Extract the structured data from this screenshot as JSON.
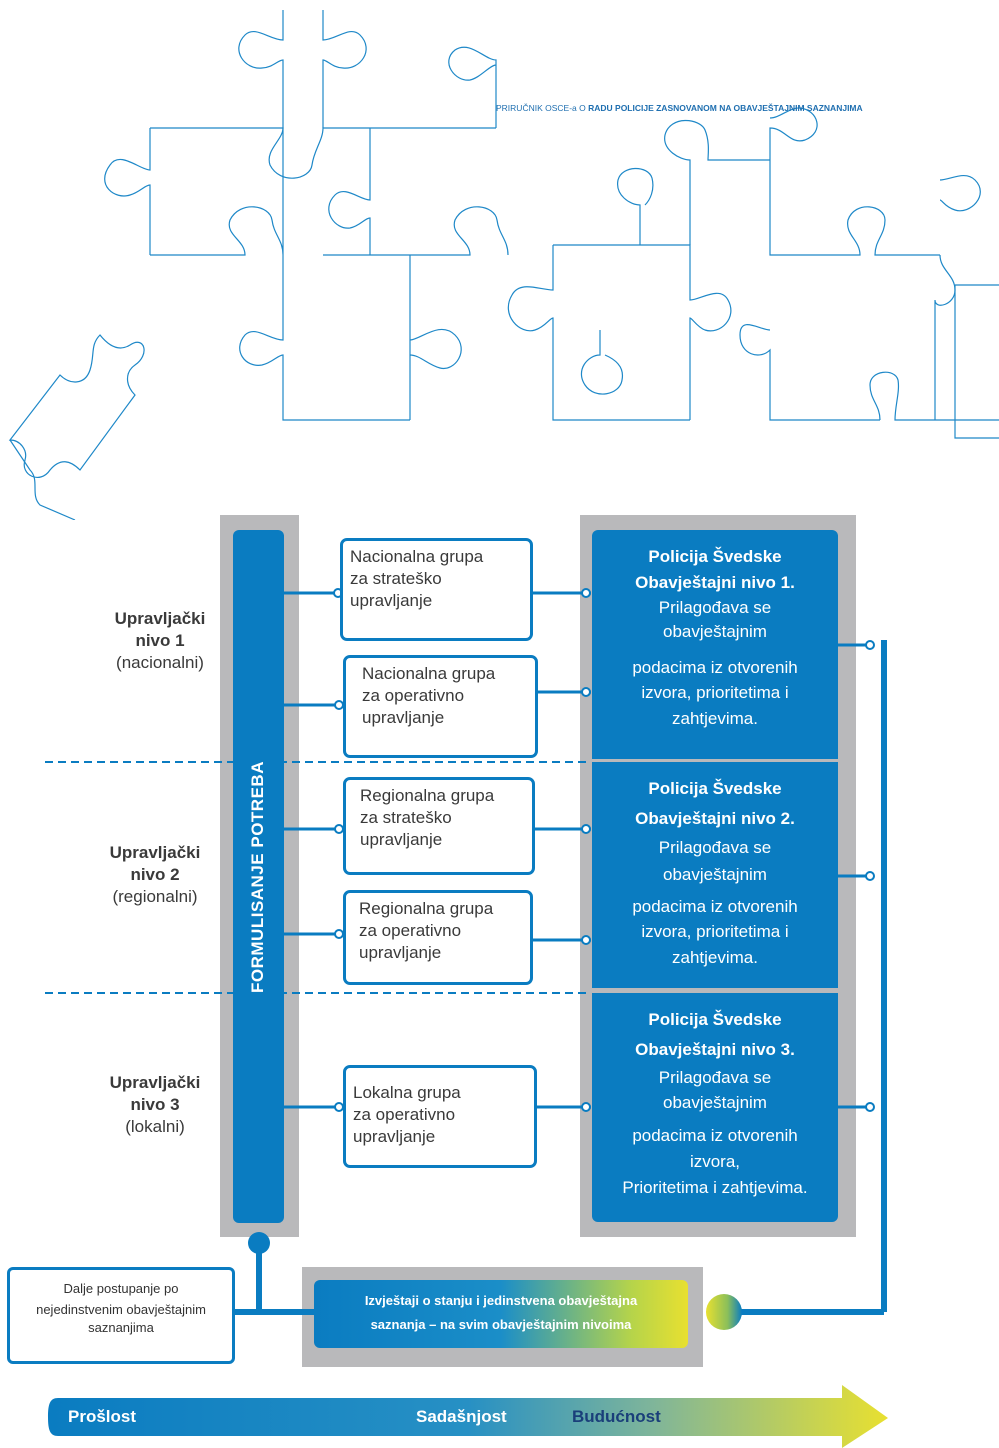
{
  "header": {
    "prefix": "PRIRUČNIK OSCE-a O ",
    "bold": "RADU POLICIJE ZASNOVANOM NA OBAVJEŠTAJNIM SAZNANJIMA"
  },
  "vertical_bar": {
    "label": "FORMULISANJE POTREBA"
  },
  "levels": [
    {
      "name_line1": "Upravljački",
      "name_line2": "nivo 1",
      "scope": "(nacionalni)"
    },
    {
      "name_line1": "Upravljački",
      "name_line2": "nivo 2",
      "scope": "(regionalni)"
    },
    {
      "name_line1": "Upravljački",
      "name_line2": "nivo 3",
      "scope": "(lokalni)"
    }
  ],
  "groups": [
    {
      "l1": "Nacionalna grupa",
      "l2": "za strateško",
      "l3": "upravljanje"
    },
    {
      "l1": "Nacionalna grupa",
      "l2": "za operativno",
      "l3": "upravljanje"
    },
    {
      "l1": "Regionalna grupa",
      "l2": "za strateško",
      "l3": "upravljanje"
    },
    {
      "l1": "Regionalna grupa",
      "l2": "za operativno",
      "l3": "upravljanje"
    },
    {
      "l1": "Lokalna grupa",
      "l2": "za operativno",
      "l3": "upravljanje"
    }
  ],
  "intel_levels": [
    {
      "title1": "Policija Švedske",
      "title2": "Obavještajni nivo 1.",
      "l1": "Prilagođava se",
      "l2": "obavještajnim",
      "l3": "podacima iz otvorenih",
      "l4": "izvora,  prioritetima i",
      "l5": "zahtjevima."
    },
    {
      "title1": "Policija Švedske",
      "title2": "Obavještajni nivo 2.",
      "l1": "Prilagođava se",
      "l2": "obavještajnim",
      "l3": "podacima iz otvorenih",
      "l4": "izvora, prioritetima i",
      "l5": "zahtjevima."
    },
    {
      "title1": "Policija Švedske",
      "title2": "Obavještajni nivo 3.",
      "l1": "Prilagođava se",
      "l2": "obavještajnim",
      "l3": "podacima iz otvorenih",
      "l4": "izvora,",
      "l5": "Prioritetima i zahtjevima."
    }
  ],
  "followup": {
    "l1": "Dalje postupanje po",
    "l2": "nejedinstvenim obavještajnim",
    "l3": "saznanjima"
  },
  "report": {
    "l1": "Izvještaji o stanju i jedinstvena obavještajna",
    "l2": "saznanja – na svim obavještajnim nivoima"
  },
  "timeline": {
    "past": "Prošlost",
    "present": "Sadašnjost",
    "future": "Budućnost"
  },
  "colors": {
    "primary": "#0a7cc1",
    "gray": "#b9b9bb",
    "yellow": "#e8e030",
    "dark_blue": "#1a3f7a"
  }
}
